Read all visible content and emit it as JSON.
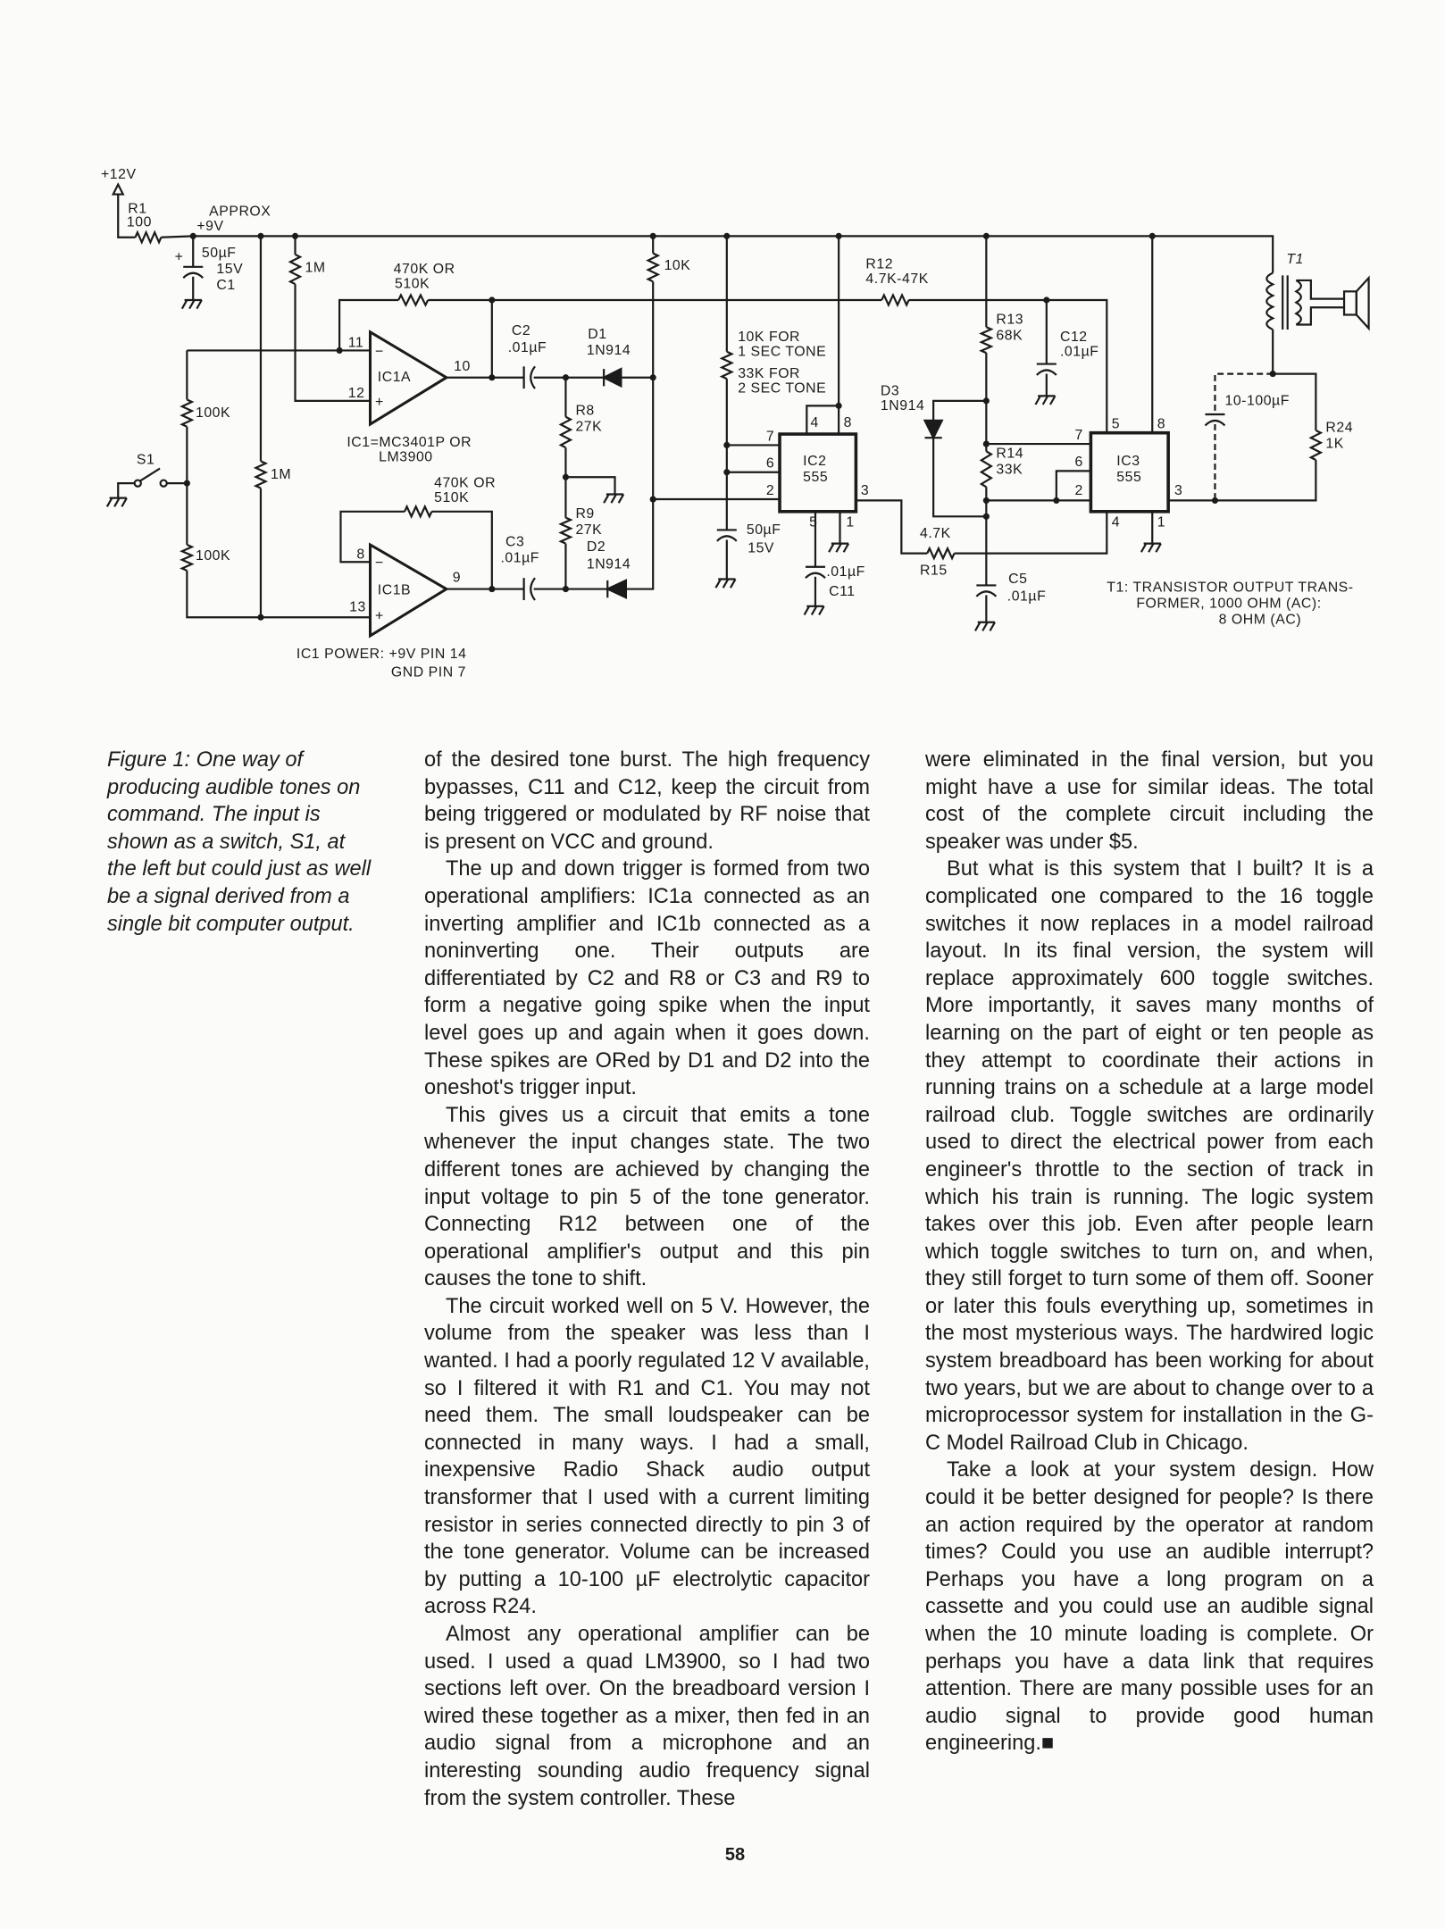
{
  "figure": {
    "labels": {
      "v12": "+12V",
      "r1": "R1",
      "r1_val": "100",
      "approx": "APPROX",
      "v9": "+9V",
      "c1_plus": "+",
      "c1_val": "50µF",
      "c1_volt": "15V",
      "c1_name": "C1",
      "r_1m_a": "1M",
      "r_1m_b": "1M",
      "r_fb_a1": "470K OR",
      "r_fb_a2": "510K",
      "pin11": "11",
      "pin12": "12",
      "ic1a": "IC1A",
      "pin10": "10",
      "minus_a": "−",
      "plus_a": "+",
      "c2": "C2",
      "c2_val": ".01µF",
      "d1": "D1",
      "d1_type": "1N914",
      "r10k": "10K",
      "r8": "R8",
      "r8_val": "27K",
      "r9": "R9",
      "r9_val": "27K",
      "r100k_a": "100K",
      "r100k_b": "100K",
      "s1": "S1",
      "ic1_note1": "IC1=MC3401P OR",
      "ic1_note2": "LM3900",
      "r_fb_b1": "470K OR",
      "r_fb_b2": "510K",
      "c3": "C3",
      "c3_val": ".01µF",
      "d2": "D2",
      "d2_type": "1N914",
      "pin8": "8",
      "pin13": "13",
      "ic1b": "IC1B",
      "pin9": "9",
      "minus_b": "−",
      "plus_b": "+",
      "power1": "IC1 POWER: +9V  PIN 14",
      "power2": "GND  PIN 7",
      "r12": "R12",
      "r12_val": "4.7K-47K",
      "timing1": "10K FOR",
      "timing2": "1 SEC TONE",
      "timing3": "33K FOR",
      "timing4": "2 SEC TONE",
      "ic2_p7": "7",
      "ic2_p6": "6",
      "ic2_p2": "2",
      "ic2_p4": "4",
      "ic2_p8": "8",
      "ic2_p3": "3",
      "ic2_p5": "5",
      "ic2_p1": "1",
      "ic2_name": "IC2",
      "ic2_type": "555",
      "c_50": "50µF",
      "c_50v": "15V",
      "c11_val": ".01µF",
      "c11": "C11",
      "r15_val": "4.7K",
      "r15": "R15",
      "d3": "D3",
      "d3_type": "1N914",
      "r13": "R13",
      "r13_val": "68K",
      "c12": "C12",
      "c12_val": ".01µF",
      "r14": "R14",
      "r14_val": "33K",
      "c5": "C5",
      "c5_val": ".01µF",
      "ic3_p5": "5",
      "ic3_p8": "8",
      "ic3_p7": "7",
      "ic3_p6": "6",
      "ic3_p2": "2",
      "ic3_p3": "3",
      "ic3_p4": "4",
      "ic3_p1": "1",
      "ic3_name": "IC3",
      "ic3_type": "555",
      "c_var": "10-100µF",
      "r24": "R24",
      "r24_val": "1K",
      "t1": "T1",
      "t1_note1": "T1: TRANSISTOR OUTPUT TRANS-",
      "t1_note2": "FORMER, 1000 OHM (AC):",
      "t1_note3": "8 OHM (AC)"
    }
  },
  "caption": "Figure 1: One way of producing audible tones on command. The input is shown as a switch, S1, at the left but could just as well be a signal derived from a single bit computer output.",
  "middle_column": [
    "of the desired tone burst. The high frequency bypasses, C11 and C12, keep the circuit from being triggered or modulated by RF noise that is present on VCC and ground.",
    "The up and down trigger is formed from two operational amplifiers: IC1a connected as an inverting amplifier and IC1b connected as a noninverting one. Their outputs are differentiated by C2 and R8 or C3 and R9 to form a negative going spike when the input level goes up and again when it goes down. These spikes are ORed by D1 and D2 into the oneshot's trigger input.",
    "This gives us a circuit that emits a tone whenever the input changes state. The two different tones are achieved by changing the input voltage to pin 5 of the tone generator. Connecting R12 between one of the operational amplifier's output and this pin causes the tone to shift.",
    "The circuit worked well on 5 V. However, the volume from the speaker was less than I wanted. I had a poorly regulated 12 V available, so I filtered it with R1 and C1. You may not need them. The small loudspeaker can be connected in many ways. I had a small, inexpensive Radio Shack audio output transformer that I used with a current limiting resistor in series connected directly to pin 3 of the tone generator. Volume can be increased by putting a 10-100 µF electrolytic capacitor across R24.",
    "Almost any operational amplifier can be used. I used a quad LM3900, so I had two sections left over. On the breadboard version I wired these together as a mixer, then fed in an audio signal from a microphone and an interesting sounding audio frequency signal from the system controller. These"
  ],
  "right_column": [
    "were eliminated in the final version, but you might have a use for similar ideas. The total cost of the complete circuit including the speaker was under $5.",
    "But what is this system that I built? It is a complicated one compared to the 16 toggle switches it now replaces in a model railroad layout. In its final version, the system will replace approximately 600 toggle switches. More importantly, it saves many months of learning on the part of eight or ten people as they attempt to coordinate their actions in running trains on a schedule at a large model railroad club. Toggle switches are ordinarily used to direct the electrical power from each engineer's throttle to the section of track in which his train is running. The logic system takes over this job. Even after people learn which toggle switches to turn on, and when, they still forget to turn some of them off. Sooner or later this fouls everything up, sometimes in the most mysterious ways. The hardwired logic system breadboard has been working for about two years, but we are about to change over to a microprocessor system for installation in the G-C Model Railroad Club in Chicago.",
    "Take a look at your system design. How could it be better designed for people? Is there an action required by the operator at random times? Could you use an audible interrupt? Perhaps you have a long program on a cassette and you could use an audible signal when the 10 minute loading is complete. Or perhaps you have a data link that requires attention. There are many possible uses for an audio signal to provide good human engineering.■"
  ],
  "page_number": "58"
}
